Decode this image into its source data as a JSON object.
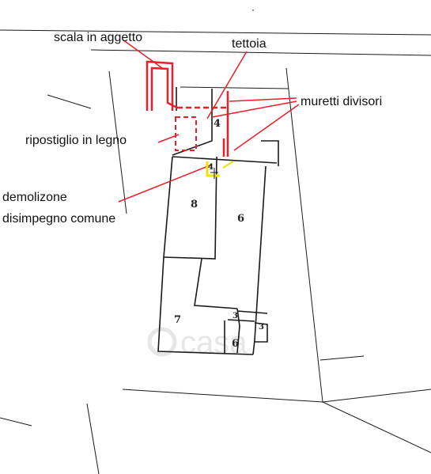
{
  "annotations": {
    "scala_in_aggetto": "scala in aggetto",
    "tettoia": "tettoia",
    "muretti_divisori": "muretti divisori",
    "ripostiglio_in_legno": "ripostiglio in legno",
    "demolizone_line1": "demolizone",
    "demolizone_line2": "disimpegno comune"
  },
  "room_numbers": {
    "r4": "4",
    "r8": "8",
    "r6_top": "6",
    "r7": "7",
    "r6_bottom": "6",
    "r3_left": "3",
    "r3_right": "3"
  },
  "watermark": "casa",
  "colors": {
    "annotation_red": "#e8202a",
    "highlight_yellow": "#f2e200",
    "ink": "#1a1a1a"
  }
}
